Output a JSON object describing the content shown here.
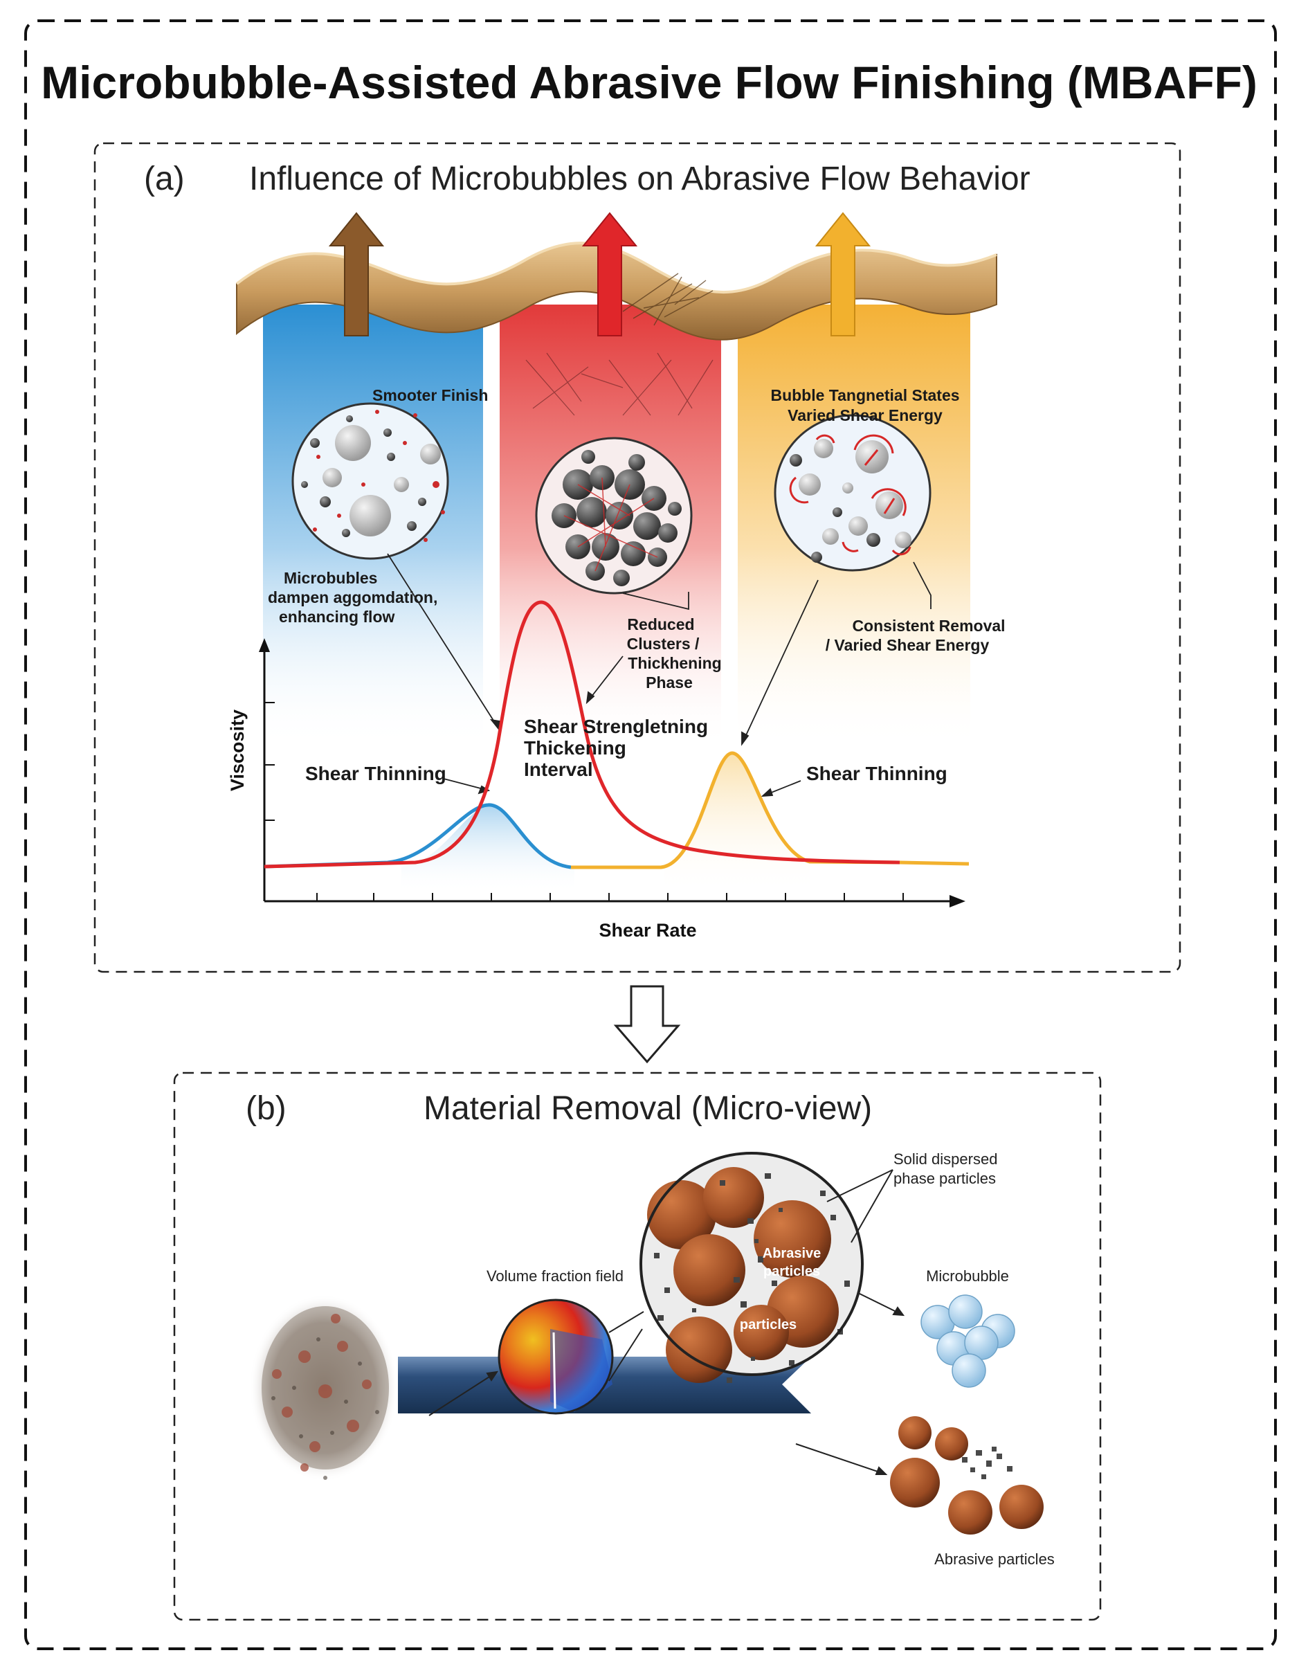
{
  "title": "Microbubble-Assisted Abrasive Flow Finishing (MBAFF)",
  "panel_a": {
    "label": "(a)",
    "title": "Influence of Microbubbles on Abrasive Flow Behavior",
    "annotations": {
      "smoother_finish": "Smooter Finish",
      "bubble_states_1": "Bubble Tangnetial States",
      "bubble_states_2": "Varied Shear Energy",
      "microbubbles_1": "Microbubles",
      "microbubbles_2": "dampen aggomdation,",
      "microbubbles_3": "enhancing flow",
      "reduced_1": "Reduced",
      "reduced_2": "Clusters /",
      "reduced_3": "Thickhening",
      "reduced_4": "Phase",
      "consistent_1": "Consistent Removal",
      "consistent_2": "/ Varied Shear Energy",
      "shear_strength_1": "Shear Strengletning",
      "shear_strength_2": "Thickening",
      "shear_strength_3": "Interval",
      "shear_thinning_left": "Shear Thinning",
      "shear_thinning_right": "Shear Thinning"
    },
    "axes": {
      "y_label": "Viscosity",
      "x_label": "Shear Rate"
    },
    "colors": {
      "blue": "#2a8fd0",
      "red": "#e0262a",
      "yellow": "#f2b12e",
      "brown_arrow": "#8b5a2b",
      "surface": "#c9a06a"
    }
  },
  "panel_b": {
    "label": "(b)",
    "title": "Material Removal (Micro-view)",
    "labels": {
      "volume_fraction": "Volume fraction field",
      "solid_dispersed_1": "Solid dispersed",
      "solid_dispersed_2": "phase particles",
      "abrasive_in_circle_1": "Abrasive",
      "abrasive_in_circle_2": "particles",
      "particles_in_circle": "particles",
      "microbubble": "Microbubble",
      "abrasive_particles": "Abrasive particles"
    },
    "colors": {
      "rod": "#2e4d78",
      "particle": "#a5532a",
      "bubble": "#9fcbe8"
    }
  }
}
